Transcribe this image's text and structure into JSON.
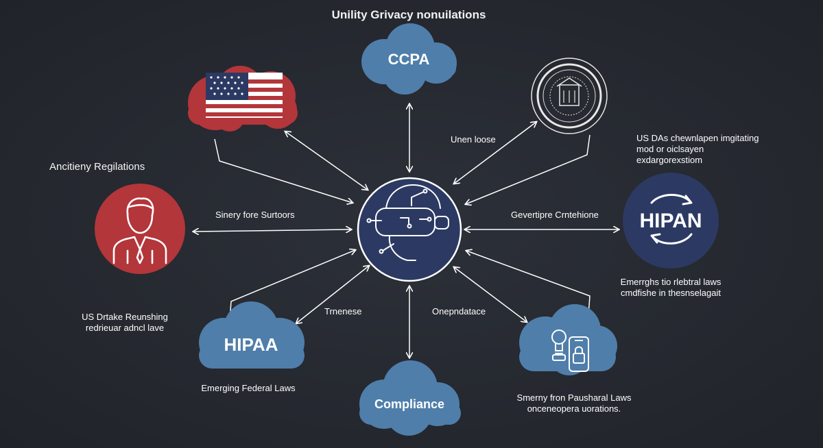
{
  "title": "Unility Grivacy nonuilations",
  "section_heading": "Ancitieny Regilations",
  "nodes": {
    "top_cloud": "CCPA",
    "bottom_left_cloud": "HIPAA",
    "bottom_cloud": "Compliance",
    "right_circle": "HIPAN"
  },
  "labels": {
    "top_right_arrow": "Unen loose",
    "right_note_1": "US DAs chewnlapen imgitating",
    "right_note_2": "mod or oiclsayen",
    "right_note_3": "exdargorexstiom",
    "left_arrow": "Sinery fore Surtoors",
    "right_arrow": "Gevertipre Crntehione",
    "right_lower_1": "Emerrghs tio rlebtral laws",
    "right_lower_2": "cmdfishe in thesnselagait",
    "left_lower_1": "US Drtake Reunshing",
    "left_lower_2": "redrieuar adncl lave",
    "bottom_left_arrow": "Trnenese",
    "bottom_right_arrow": "Onepndatace",
    "bottom_left_caption": "Emerging Federal Laws",
    "bottom_right_caption_1": "Smerny fron Pausharal Laws",
    "bottom_right_caption_2": "onceneopera uorations."
  },
  "icons": {
    "flag": "us-flag-icon",
    "seal": "government-seal-icon",
    "person": "person-icon",
    "vr": "vr-headset-icon",
    "sync": "sync-arrows-icon",
    "lightbulb": "lightbulb-icon",
    "phone_lock": "phone-lock-icon"
  },
  "colors": {
    "background": "#262a31",
    "blue_cloud": "#4f7eaa",
    "navy_circle": "#2c3a63",
    "red": "#b3363a",
    "arrow": "#ffffff"
  }
}
